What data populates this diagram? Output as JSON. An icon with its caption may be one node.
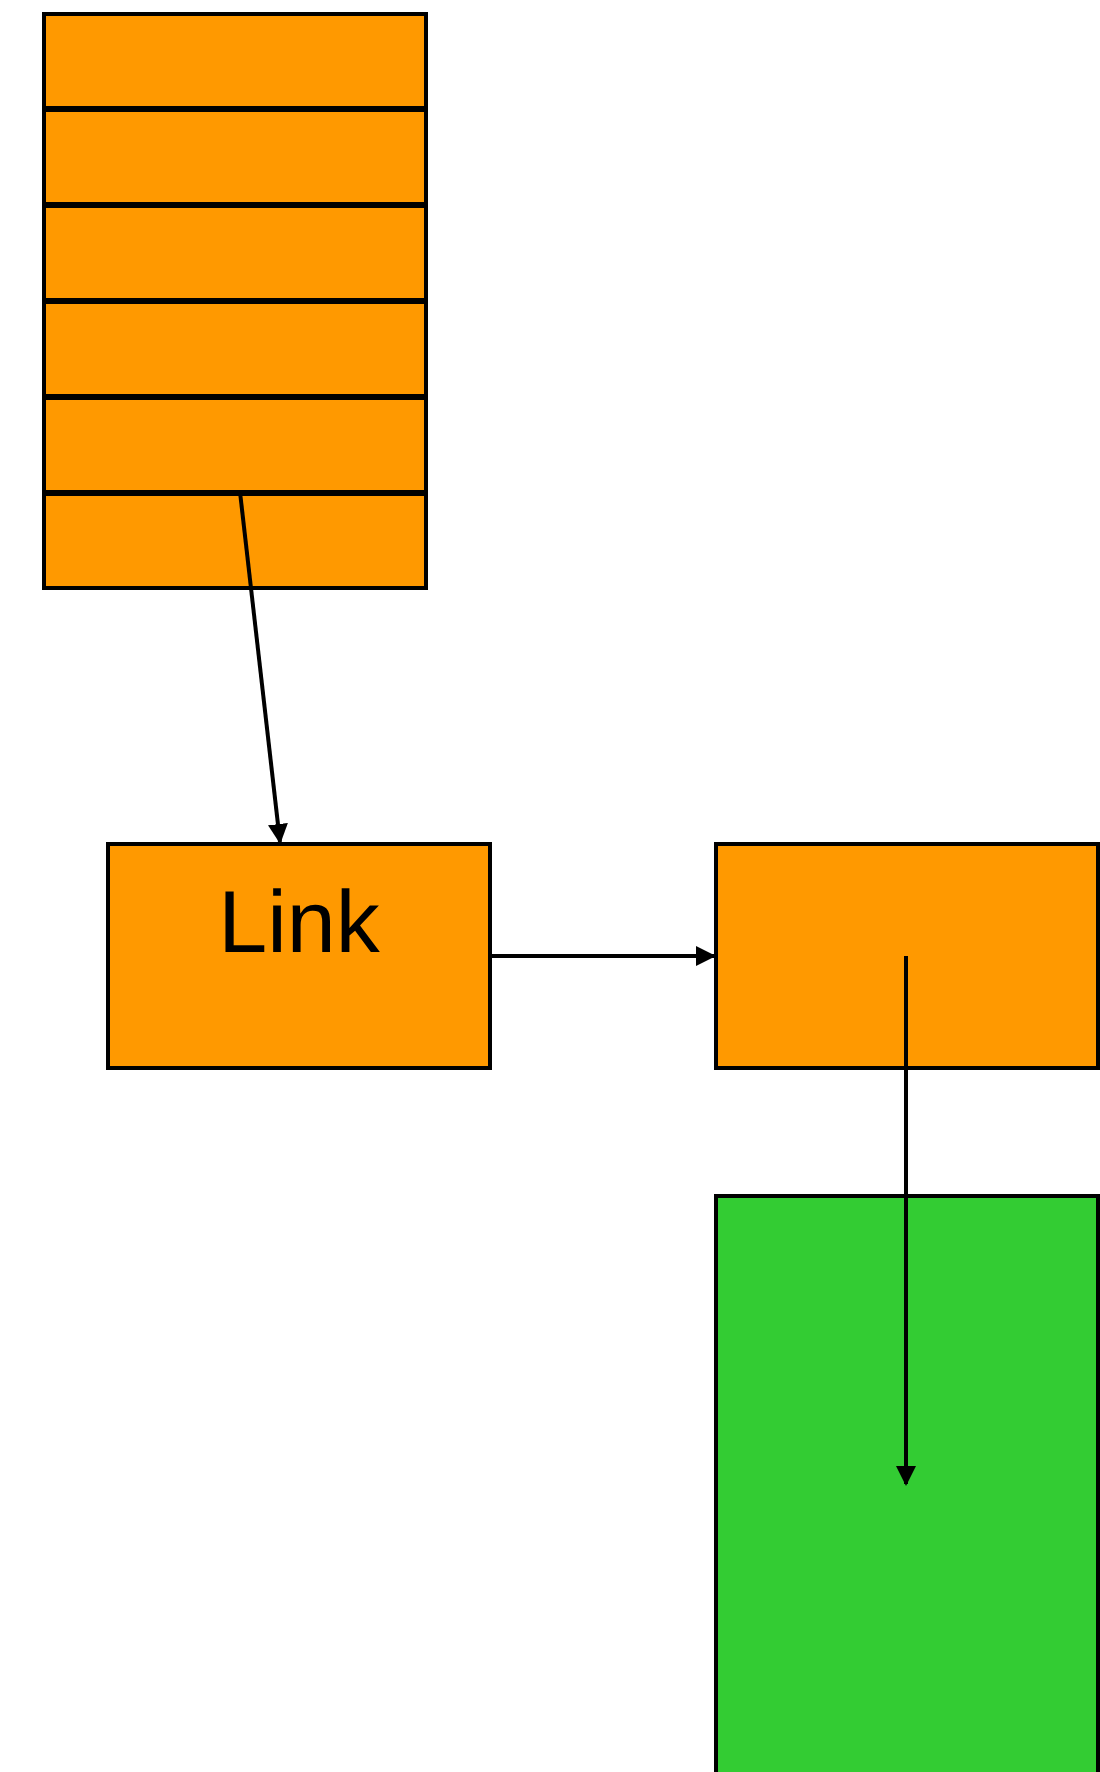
{
  "diagram": {
    "nodes": [
      {
        "text": [],
        "shape": "box"
      },
      {
        "text": [],
        "shape": "box"
      },
      {
        "text": [],
        "shape": "box"
      },
      {
        "text": [],
        "shape": "box"
      },
      {
        "text": [],
        "shape": "box"
      },
      {
        "text": [],
        "shape": "box"
      },
      {
        "text": [
          "Link"
        ]
      },
      {
        "text": [],
        "shape": "box"
      },
      {
        "text": [],
        "shape": "box"
      }
    ],
    "edges": [
      {
        "from": 5,
        "to": 6,
        "arrow": "to"
      },
      {
        "from": 6,
        "to": 7,
        "arrow": "to"
      },
      {
        "from": 7,
        "to": 8,
        "arrow": "to"
      }
    ]
  }
}
